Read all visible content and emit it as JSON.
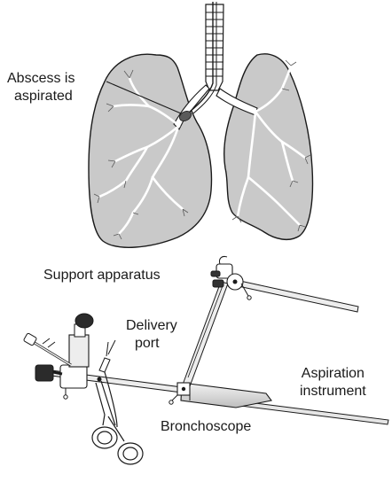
{
  "labels": {
    "abscess": [
      "Abscess is",
      "aspirated"
    ],
    "support": "Support apparatus",
    "delivery": [
      "Delivery",
      "port"
    ],
    "aspiration": [
      "Aspiration",
      "instrument"
    ],
    "bronchoscope": "Bronchoscope"
  },
  "colors": {
    "lung_fill": "#c9c9c9",
    "airway_fill": "#ffffff",
    "abscess": "#5a5a5a",
    "outline": "#1a1a1a"
  }
}
